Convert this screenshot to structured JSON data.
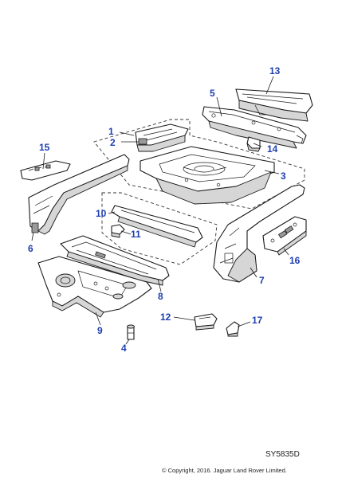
{
  "diagram": {
    "reference_code": "SY5835D",
    "copyright": "© Copyright, 2016. Jaguar Land Rover Limited.",
    "callouts": [
      "1",
      "2",
      "3",
      "4",
      "5",
      "6",
      "7",
      "8",
      "9",
      "10",
      "11",
      "12",
      "13",
      "14",
      "15",
      "16",
      "17"
    ],
    "callout_color": "#1e3fb0"
  }
}
